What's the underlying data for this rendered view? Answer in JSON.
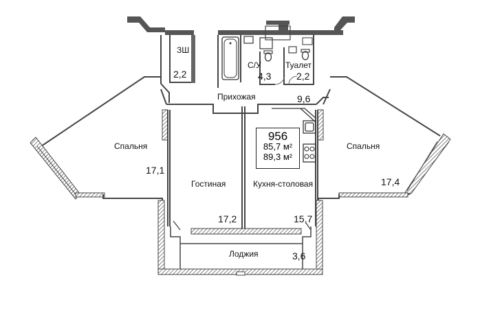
{
  "apartment": {
    "number": "956",
    "living_area": "85,7 м²",
    "total_area": "89,3 м²"
  },
  "rooms": {
    "storage": {
      "label": "ЗШ",
      "area": "2,2"
    },
    "bathroom": {
      "label": "С/У",
      "area": "4,3"
    },
    "toilet": {
      "label": "Туалет",
      "area": "2,2"
    },
    "hallway": {
      "label": "Прихожая",
      "area": "9,6"
    },
    "bedroom_left": {
      "label": "Спальня",
      "area": "17,1"
    },
    "living_room": {
      "label": "Гостиная",
      "area": "17,2"
    },
    "kitchen": {
      "label": "Кухня-столовая",
      "area": "15,7"
    },
    "bedroom_right": {
      "label": "Спальня",
      "area": "17,4"
    },
    "loggia": {
      "label": "Лоджия",
      "area": "3,6"
    }
  },
  "colors": {
    "wall": "#555555",
    "hatch": "#888888",
    "line": "#222222"
  }
}
